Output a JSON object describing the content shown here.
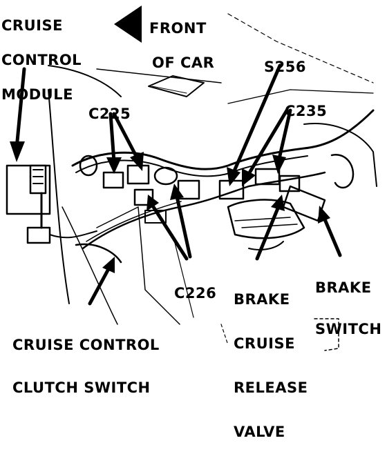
{
  "labels": {
    "cruise_control_module": [
      "CRUISE",
      "CONTROL",
      "MODULE"
    ],
    "front_of_car": [
      "FRONT",
      "OF CAR"
    ],
    "s256": "S256",
    "c225": "C225",
    "c235": "C235",
    "c226": "C226",
    "brake_cruise_release_valve": [
      "BRAKE",
      "CRUISE",
      "RELEASE",
      "VALVE"
    ],
    "brake_switch": [
      "BRAKE",
      "SWITCH"
    ],
    "cruise_control_clutch_switch": [
      "CRUISE CONTROL",
      "CLUTCH SWITCH"
    ]
  },
  "colors": {
    "ink": "#000000",
    "paper": "#ffffff"
  }
}
